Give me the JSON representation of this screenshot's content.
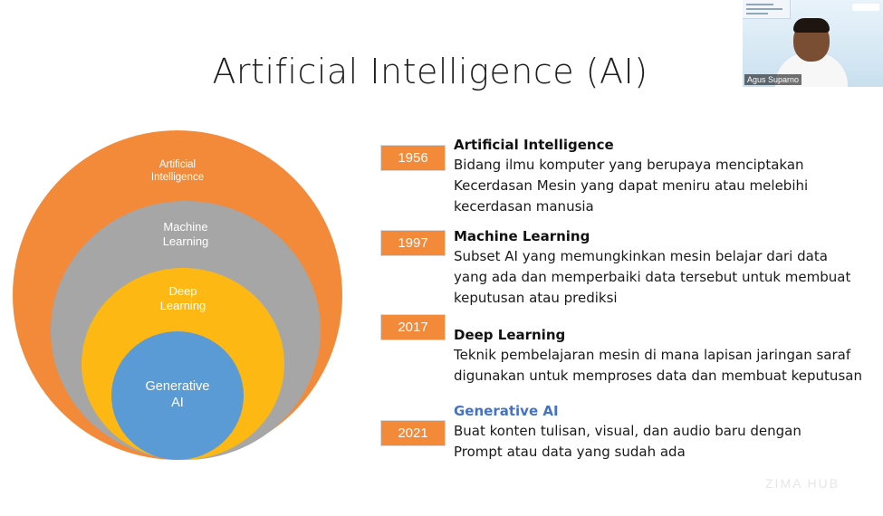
{
  "slide": {
    "title": "Artificial Intelligence (AI)"
  },
  "diagram": {
    "circles": [
      {
        "label": "Artificial\nIntelligence",
        "color": "#f28a3a"
      },
      {
        "label": "Machine\nLearning",
        "color": "#a6a6a6"
      },
      {
        "label": "Deep\nLearning",
        "color": "#fdb813"
      },
      {
        "label": "Generative\nAI",
        "color": "#5b9bd5"
      }
    ]
  },
  "timeline": [
    {
      "year": "1956",
      "heading": "Artificial Intelligence",
      "description": "Bidang ilmu komputer yang berupaya menciptakan\nKecerdasan Mesin yang dapat meniru atau melebihi\nkecerdasan manusia"
    },
    {
      "year": "1997",
      "heading": "Machine Learning",
      "description": "Subset AI yang memungkinkan mesin belajar dari data\nyang ada dan memperbaiki data tersebut untuk membuat\nkeputusan atau prediksi"
    },
    {
      "year": "2017",
      "heading": "Deep Learning",
      "description": "Teknik pembelajaran mesin di mana lapisan jaringan saraf\ndigunakan untuk memproses data dan membuat keputusan"
    },
    {
      "year": "2021",
      "heading": "Generative AI",
      "description": "Buat konten tulisan, visual, dan audio baru dengan\nPrompt atau data yang sudah ada"
    }
  ],
  "colors": {
    "year_badge": "#f28a3a",
    "generative_heading": "#4472c4"
  },
  "webcam": {
    "participant_name": "Agus Suparno"
  },
  "watermark": "ZIMA HUB"
}
